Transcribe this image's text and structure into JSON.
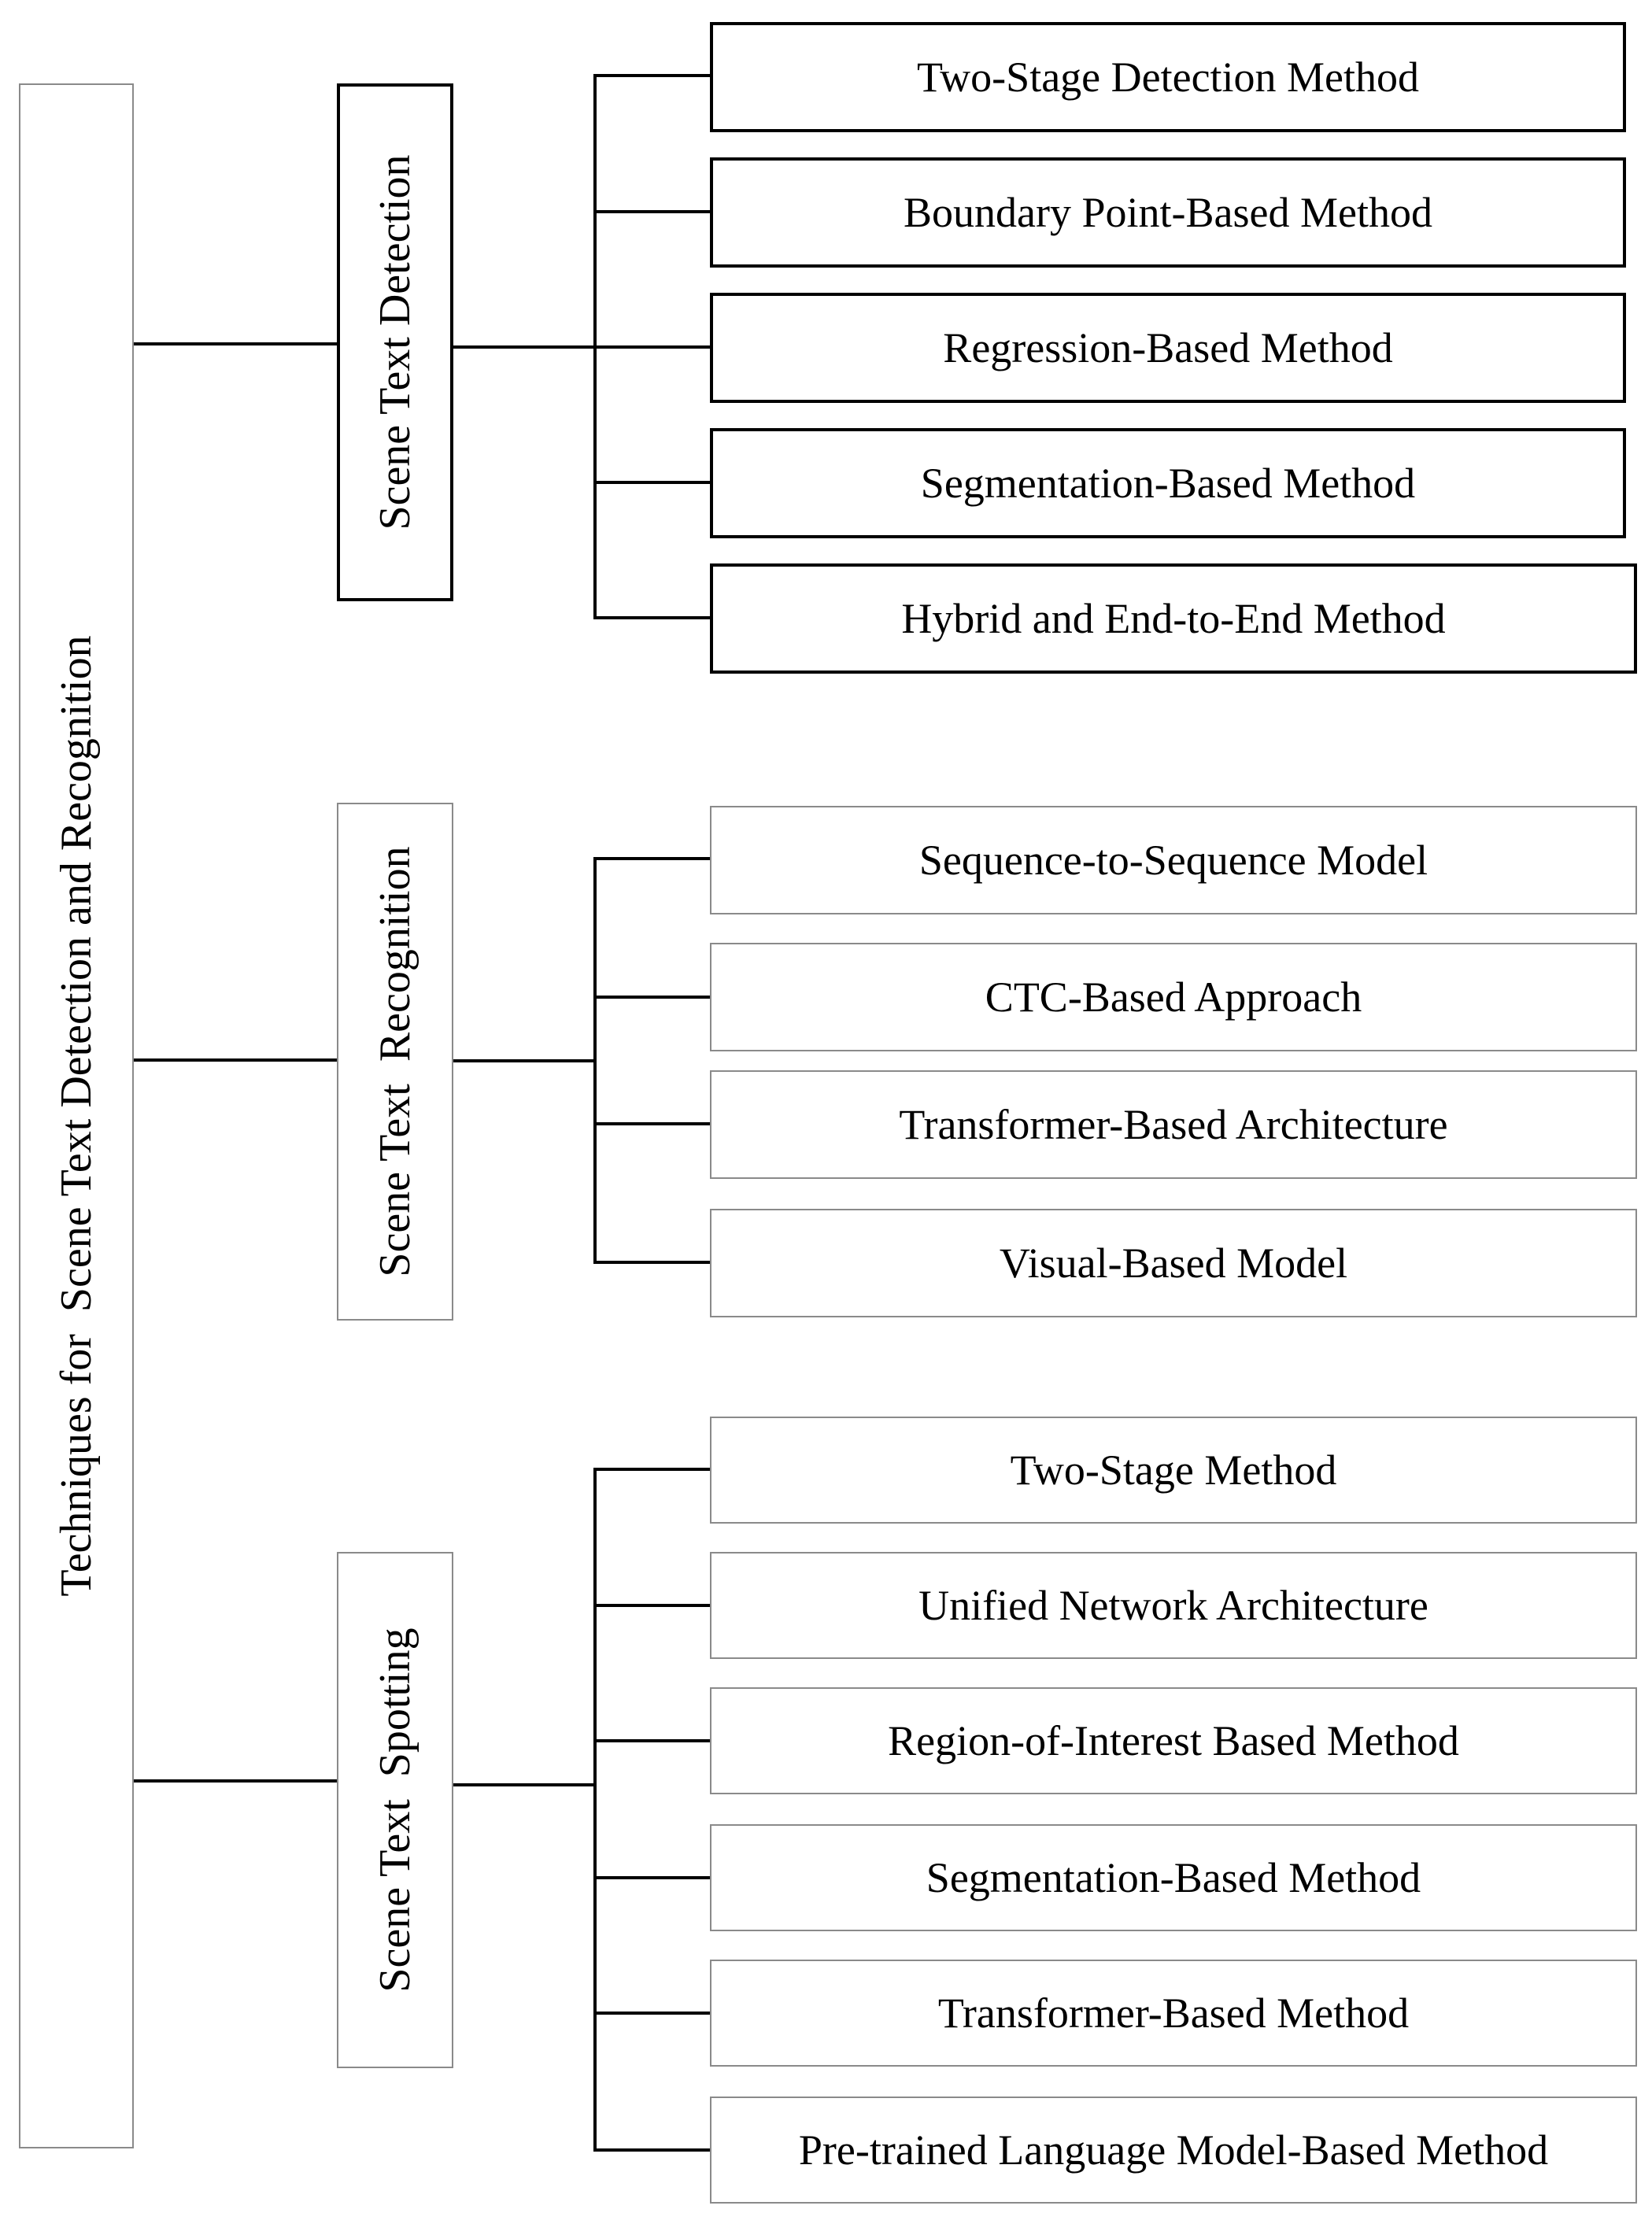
{
  "root": {
    "label": "Techniques for  Scene Text Detection and Recognition"
  },
  "groups": [
    {
      "label": "Scene Text Detection",
      "children": [
        "Two-Stage Detection Method",
        "Boundary Point-Based Method",
        "Regression-Based Method",
        "Segmentation-Based Method",
        "Hybrid and End-to-End Method"
      ]
    },
    {
      "label": "Scene Text  Recognition",
      "children": [
        "Sequence-to-Sequence Model",
        "CTC-Based Approach",
        "Transformer-Based Architecture",
        "Visual-Based Model"
      ]
    },
    {
      "label": "Scene Text  Spotting",
      "children": [
        "Two-Stage Method",
        "Unified Network Architecture",
        "Region-of-Interest Based Method",
        "Segmentation-Based Method",
        "Transformer-Based Method",
        "Pre-trained Language Model-Based Method"
      ]
    }
  ]
}
